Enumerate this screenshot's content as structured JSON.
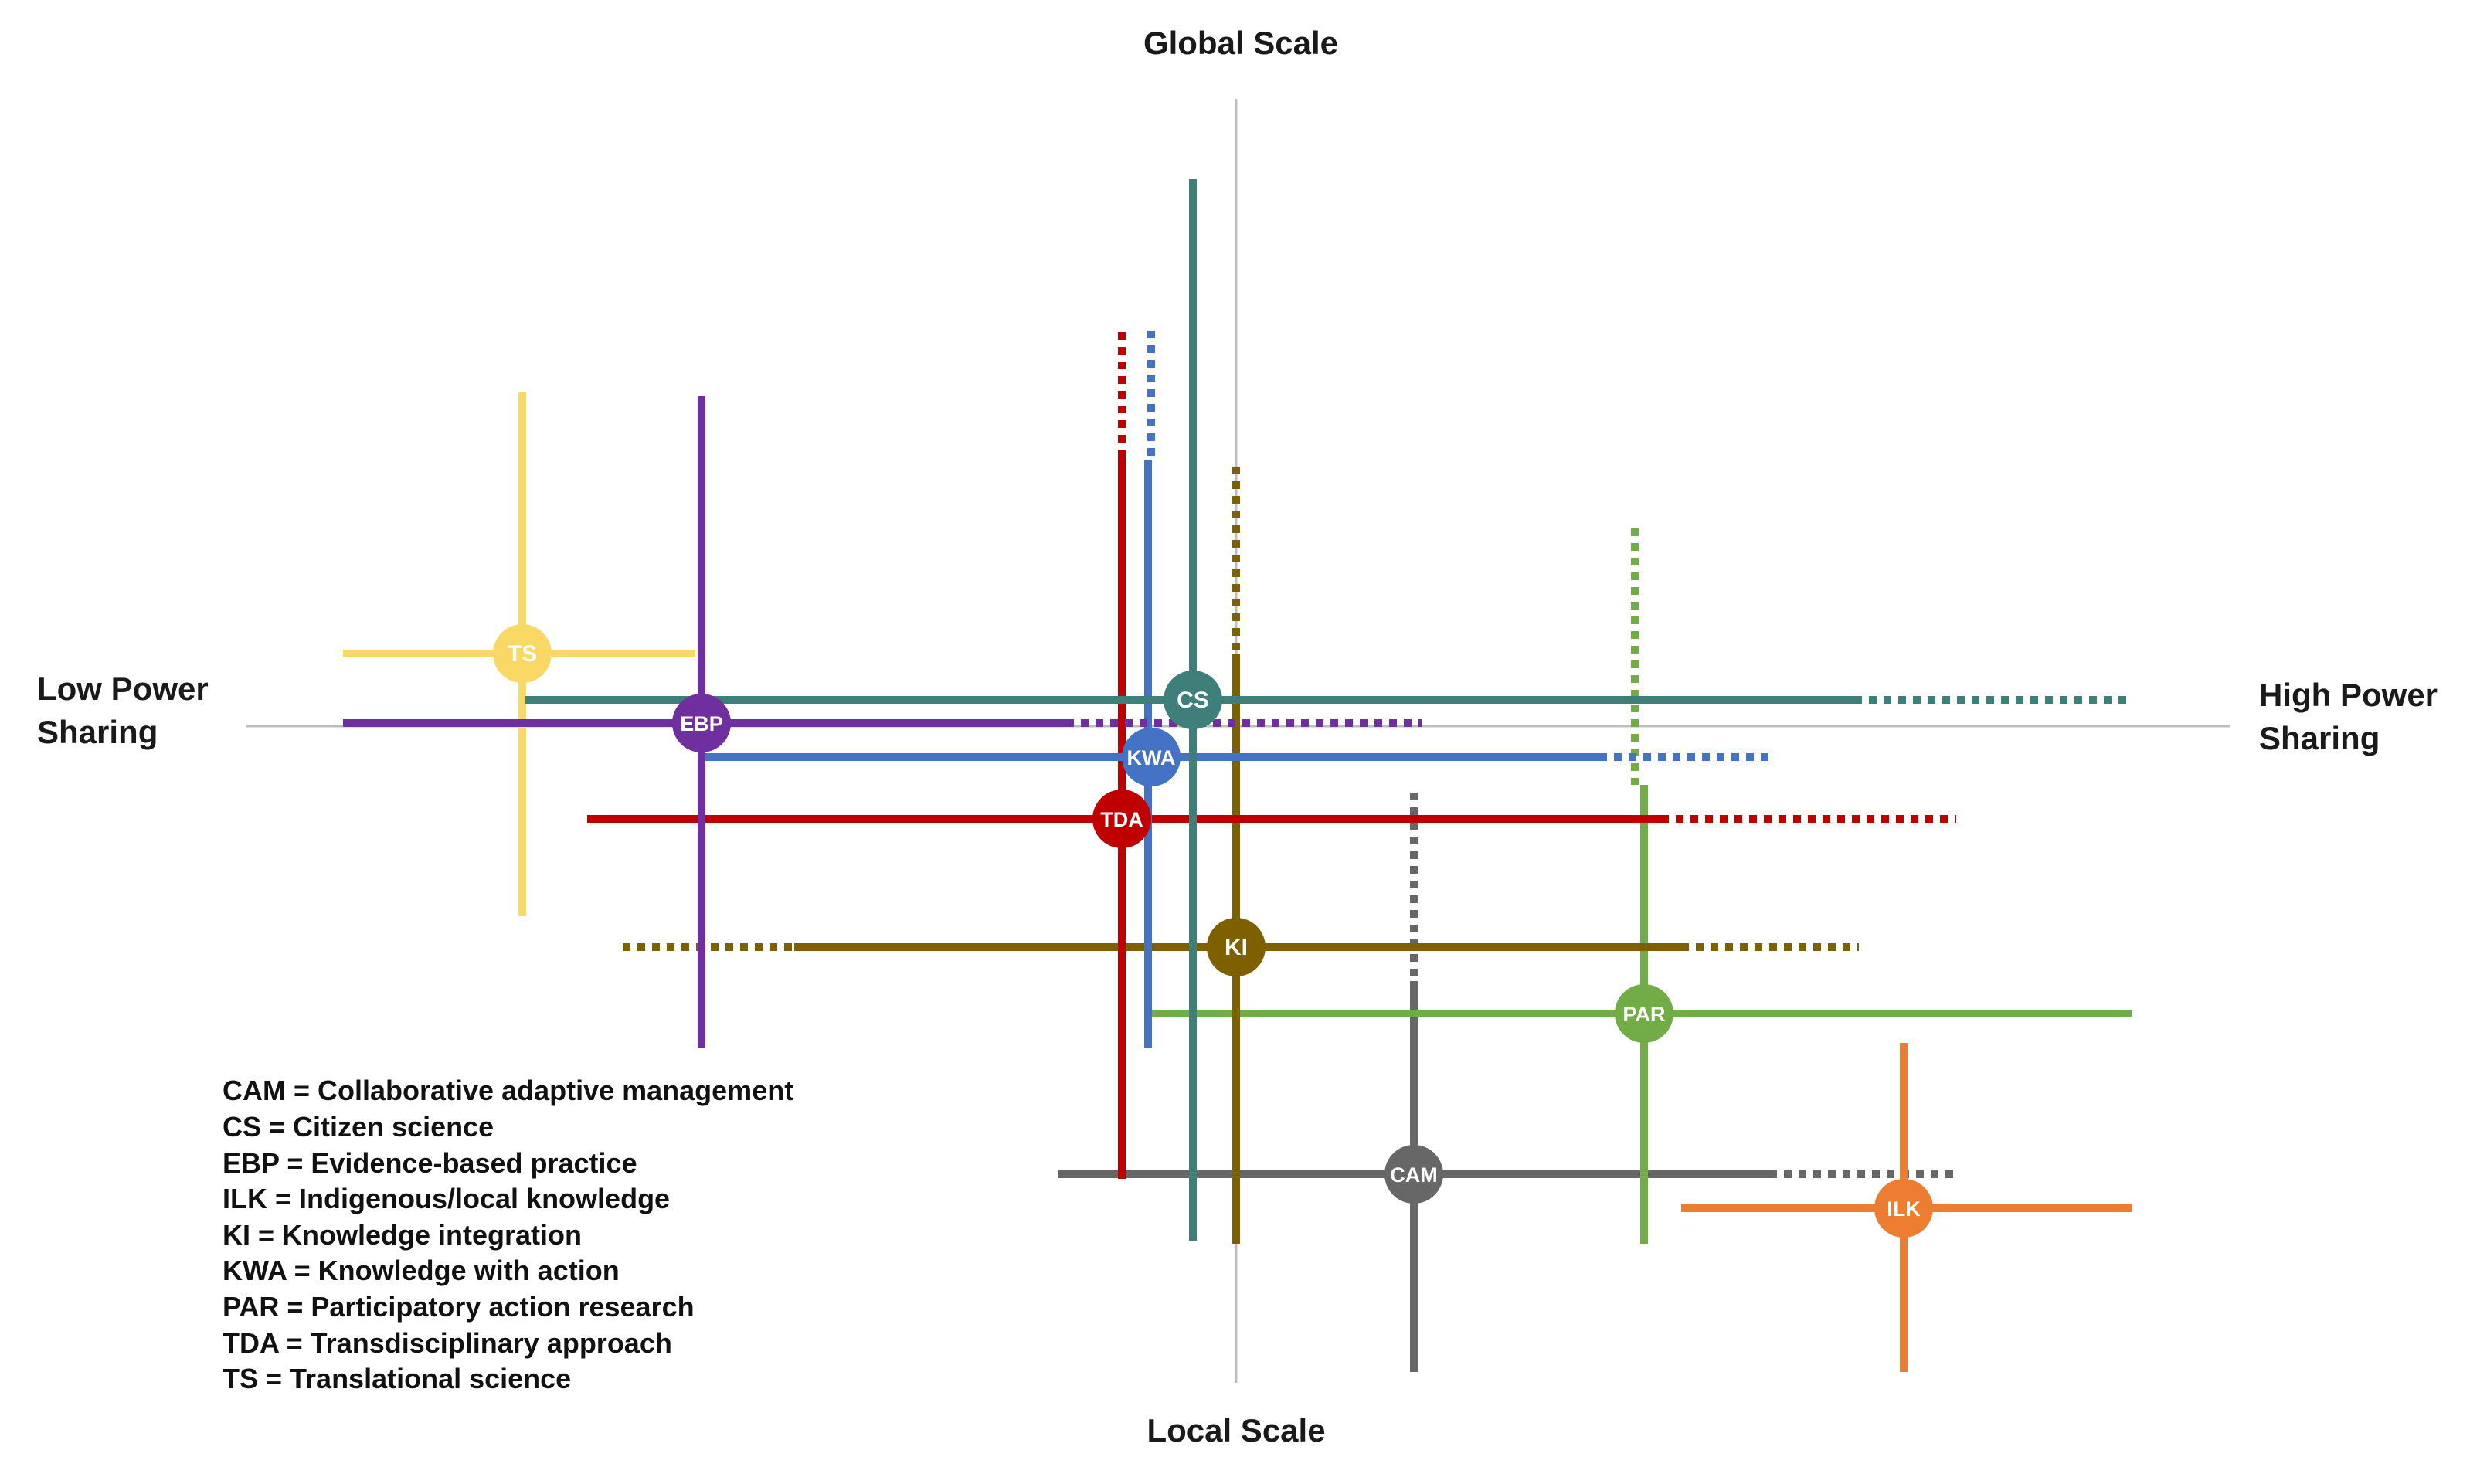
{
  "axes": {
    "top": "Global Scale",
    "bottom": "Local Scale",
    "left": [
      "Low Power",
      "Sharing"
    ],
    "right": [
      "High Power",
      "Sharing"
    ]
  },
  "approaches": [
    {
      "id": "TS",
      "color": "#F9D866"
    },
    {
      "id": "EBP",
      "color": "#6F2F9F"
    },
    {
      "id": "CS",
      "color": "#3E7F7A"
    },
    {
      "id": "KWA",
      "color": "#4472C4"
    },
    {
      "id": "TDA",
      "color": "#C00000"
    },
    {
      "id": "KI",
      "color": "#7F6000"
    },
    {
      "id": "PAR",
      "color": "#70AD47"
    },
    {
      "id": "CAM",
      "color": "#676767"
    },
    {
      "id": "ILK",
      "color": "#ED7D31"
    }
  ],
  "legend": [
    "CAM = Collaborative adaptive management",
    "CS = Citizen science",
    "EBP = Evidence-based practice",
    "ILK = Indigenous/local knowledge",
    "KI = Knowledge integration",
    "KWA = Knowledge with action",
    "PAR = Participatory action research",
    "TDA = Transdisciplinary approach",
    "TS = Translational science"
  ]
}
